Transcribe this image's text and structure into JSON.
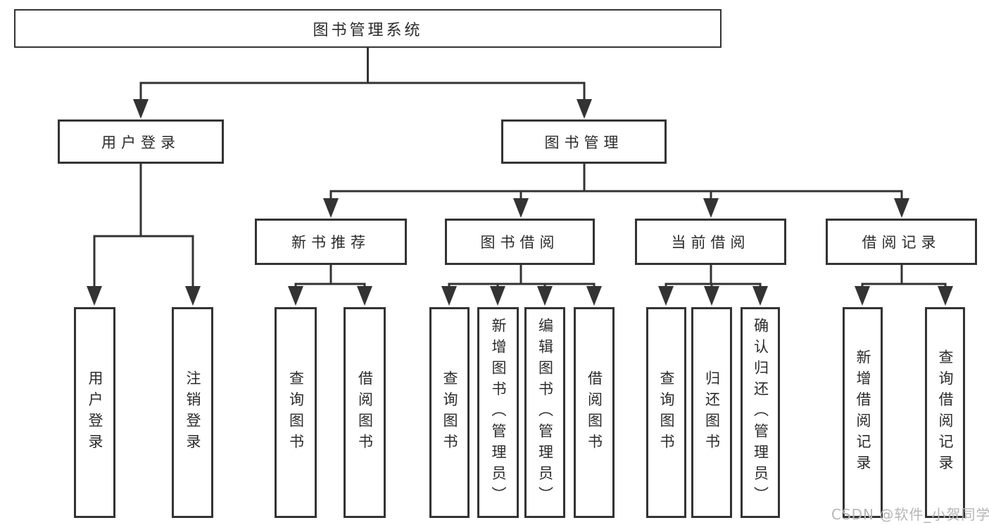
{
  "colors": {
    "line": "#333333",
    "box_border": "#333333",
    "box_fill": "#ffffff",
    "text": "#2b2b2b",
    "watermark_color": "#b7b5b5"
  },
  "nodes": {
    "root": "图书管理系统",
    "level2": [
      "用户登录",
      "图书管理"
    ],
    "level3": [
      "新书推荐",
      "图书借阅",
      "当前借阅",
      "借阅记录"
    ],
    "leaves_user": [
      "用户登录",
      "注销登录"
    ],
    "leaves_recommend": [
      "查询图书",
      "借阅图书"
    ],
    "leaves_borrow": [
      "查询图书",
      "新增图书（管理员）",
      "编辑图书（管理员）",
      "借阅图书"
    ],
    "leaves_current": [
      "查询图书",
      "归还图书",
      "确认归还（管理员）"
    ],
    "leaves_record": [
      "新增借阅记录",
      "查询借阅记录"
    ]
  },
  "watermark": "CSDN @软件_小贺同学"
}
